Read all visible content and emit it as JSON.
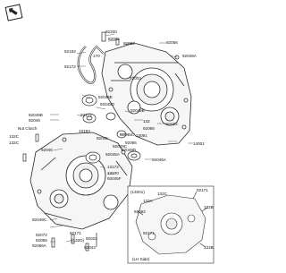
{
  "colors": {
    "line": "#2a2a2a",
    "fill": "#f4f4f4",
    "bg": "#ffffff"
  },
  "direction_icon": "arrow-up-left-icon",
  "labels": {
    "l92200": "92200",
    "l92005": "92005",
    "l92062a": "92062",
    "l92066a": "92066",
    "l92192": "92192",
    "l170": "170",
    "l92172a": "92172",
    "l92049a": "92049A",
    "l92043a": "92043",
    "l92045e": "92045E",
    "l92045d": "92045D",
    "l92045b": "92045B",
    "l132a": "132",
    "l92022": "92022",
    "l92066b": "92066",
    "l92172b": "92172",
    "l92045c": "92045C",
    "l13183": "13183",
    "l13091": "13091",
    "l92049b": "92049B",
    "l92046": "92046",
    "l92045": "92045",
    "l92045a": "92045A",
    "l92066c": "92066",
    "l14001a": "14001",
    "l92049c": "92049C",
    "l92049d": "92049D",
    "l13172": "13172",
    "l92046a": "92046A",
    "l13270": "13270",
    "l92045f": "92045F",
    "l132c": "132C",
    "l132c2": "132C",
    "l92046b": "92046",
    "l92171": "92171",
    "l92043b": "92043",
    "l92066a2": "92066A",
    "l92049c2": "92049C",
    "l14001b": "(14001)",
    "l132c3": "132C",
    "l92171b": "92171",
    "l132b": "132B",
    "l132a2": "132A",
    "l132b2": "132B",
    "l92062b": "92062",
    "l92171c": "92171",
    "l132d": "(132D)",
    "l92022b": "92022",
    "l92072": "92072",
    "l92065": "92065",
    "nut_clutch": "Nut Clutch",
    "lh_side": "(LH Side)"
  }
}
